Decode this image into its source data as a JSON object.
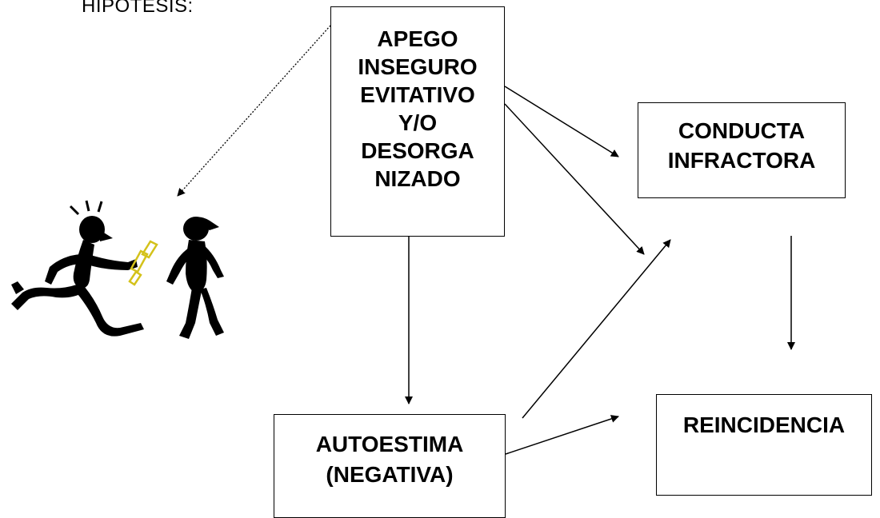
{
  "diagram": {
    "heading": "HIPOTESIS:",
    "nodes": {
      "apego": "APEGO\nINSEGURO\nEVITATIVO\nY/O\nDESORGA\nNIZADO",
      "conducta": "CONDUCTA\nINFRACTORA",
      "autoestima": "AUTOESTIMA\n(NEGATIVA)",
      "reincidencia": "REINCIDENCIA"
    },
    "illustration": "two-figures-passing-baton-icon"
  }
}
